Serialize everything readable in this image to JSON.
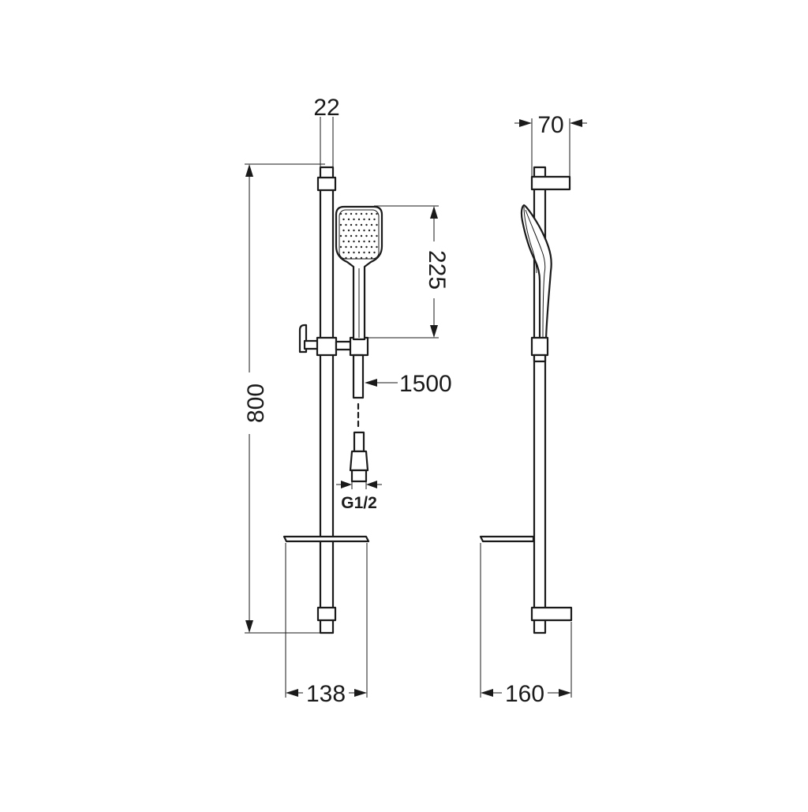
{
  "dimensions": {
    "rail_diameter": "22",
    "rail_height": "800",
    "handshower_length": "225",
    "hose_length": "1500",
    "connection_thread": "G1/2",
    "shelf_width_front": "138",
    "wall_projection": "70",
    "shelf_depth_side": "160"
  }
}
